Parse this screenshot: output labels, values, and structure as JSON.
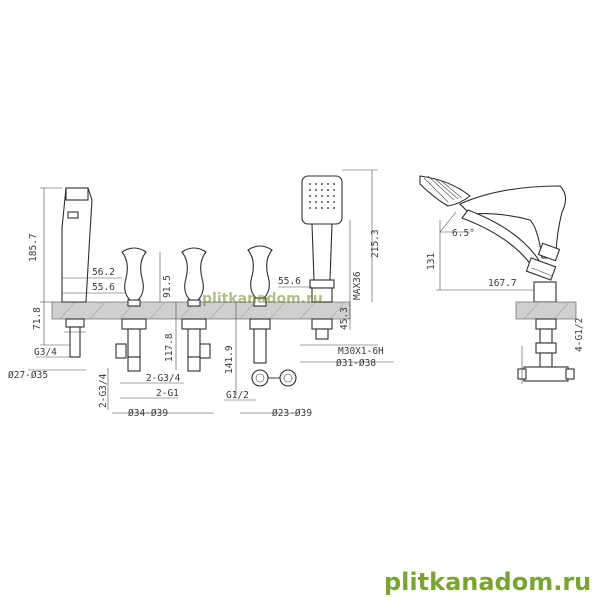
{
  "dimensions": {
    "spout_height": "185.7",
    "spout_offset": "56.2",
    "spout_base": "55.6",
    "deck_left": "71.8",
    "g34": "G3/4",
    "d_spout": "Ø27-Ø35",
    "valve_h1": "91.5",
    "valve_h2": "117.8",
    "valve_h3": "141.9",
    "conn_2g34_a": "2-G3/4",
    "conn_2g34_b": "2-G3/4",
    "conn_2g1": "2-G1",
    "d_valve": "Ø34-Ø39",
    "g12": "G1/2",
    "d_div": "Ø23-Ø39",
    "shower_offset": "55.6",
    "shower_max": "MAX36",
    "shower_h": "215.3",
    "shower_deck": "45.3",
    "m30": "M30X1-6H",
    "d_shower": "Ø31-Ø38",
    "angle": "6.5°",
    "side_h": "131",
    "side_reach": "167.7",
    "side_g12": "4-G1/2"
  },
  "watermarks": {
    "center": "plitkanadom.ru",
    "bottom": "plitkanadom.ru"
  }
}
